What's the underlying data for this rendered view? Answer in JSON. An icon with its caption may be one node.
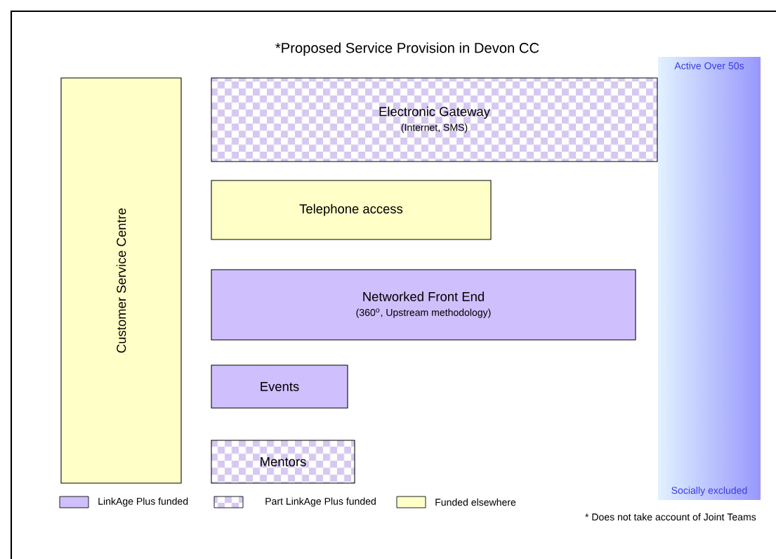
{
  "diagram": {
    "title": "*Proposed Service Provision in Devon CC",
    "nodes": [
      {
        "text": [
          "Customer Service Centre"
        ]
      },
      {
        "text": [
          "Electronic Gateway",
          "(Internet, SMS)"
        ]
      },
      {
        "text": [
          "Telephone access"
        ]
      },
      {
        "text": [
          "Networked Front End",
          "(360$^{o}$, Upstream methodology)"
        ]
      },
      {
        "text": [
          "Events"
        ]
      },
      {
        "text": [
          "Mentors"
        ]
      },
      {
        "text": [
          "Active Over 50s",
          "Socially excluded"
        ]
      }
    ],
    "labels": [
      "* Does not take account of Joint Teams"
    ],
    "legend": [
      {
        "text": "LinkAge Plus funded",
        "color": "#cfbffc"
      },
      {
        "text": "Part LinkAge Plus funded"
      },
      {
        "text": "Funded elsewhere",
        "color": "#ffffc8"
      }
    ]
  }
}
